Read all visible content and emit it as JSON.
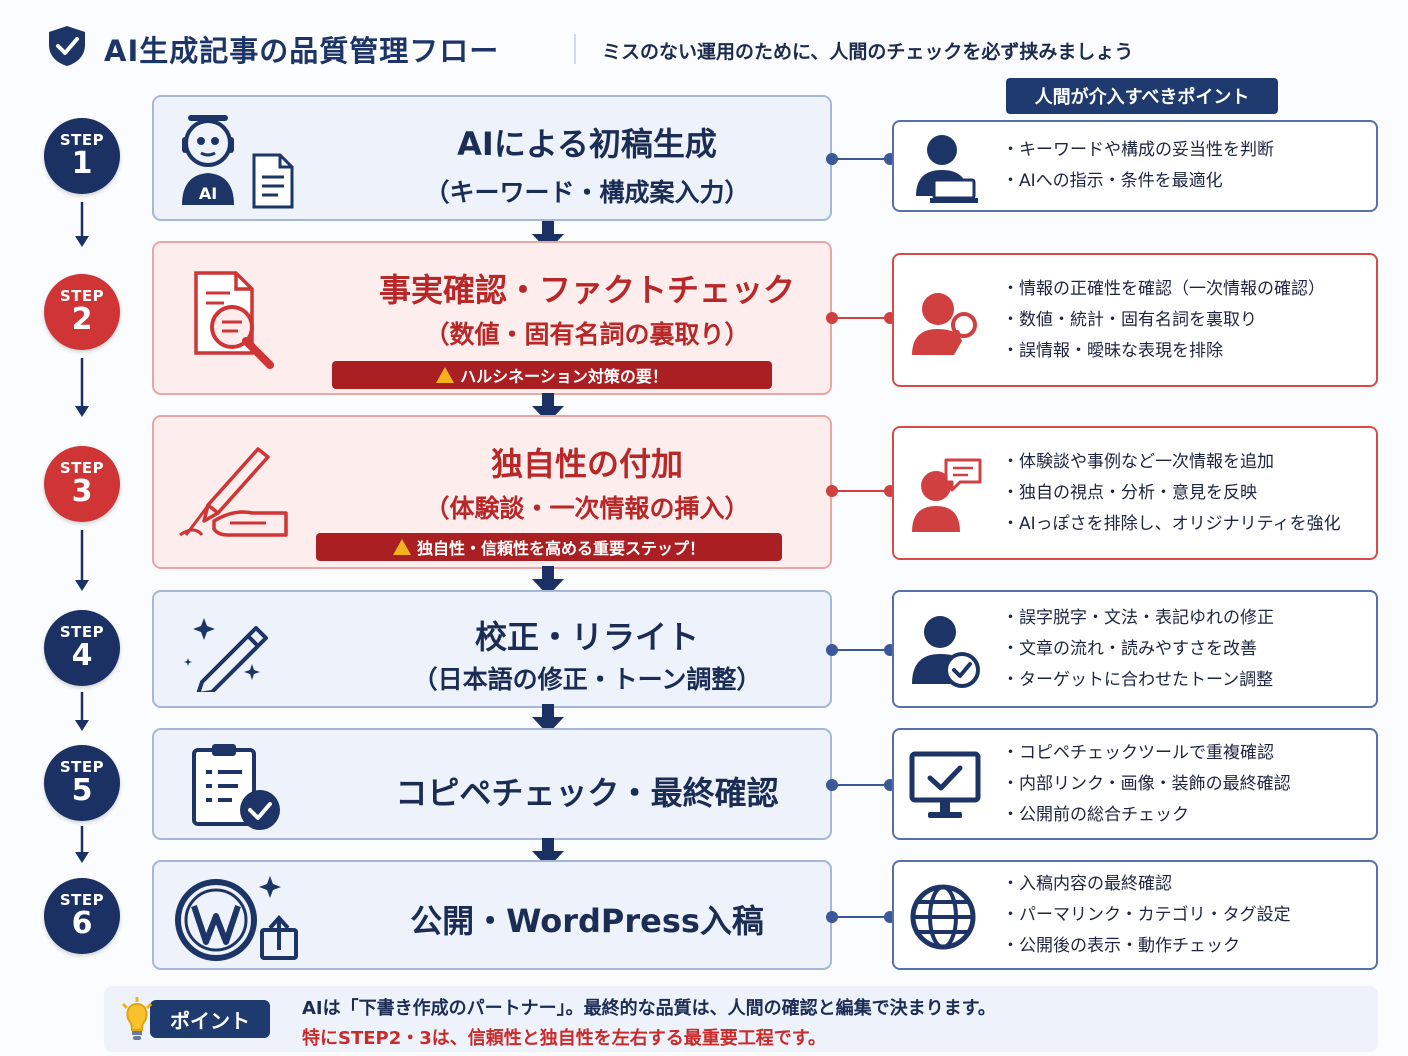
{
  "header": {
    "title": "AI生成記事の品質管理フロー",
    "subtitle": "ミスのない運用のために、人間のチェックを必ず挟みましょう"
  },
  "human_points_label": "人間が介入すべきポイント",
  "colors": {
    "navy": "#1b3163",
    "red": "#cf3535",
    "card_blue_bg": "#eef2fa",
    "card_red_bg": "#fdeded",
    "warning_bg": "#a91f22"
  },
  "steps": [
    {
      "label": "STEP",
      "number": "1",
      "theme": "blue",
      "icon": "robot-document-icon",
      "title": "AIによる初稿生成",
      "subtitle": "（キーワード・構成案入力）",
      "icon_text": "AI",
      "points_icon": "person-laptop-icon",
      "points": [
        "・キーワードや構成の妥当性を判断",
        "・AIへの指示・条件を最適化"
      ]
    },
    {
      "label": "STEP",
      "number": "2",
      "theme": "red",
      "icon": "document-magnifier-icon",
      "title": "事実確認・ファクトチェック",
      "subtitle": "（数値・固有名詞の裏取り）",
      "warning": "ハルシネーション対策の要！",
      "points_icon": "person-search-icon",
      "points": [
        "・情報の正確性を確認（一次情報の確認）",
        "・数値・統計・固有名詞を裏取り",
        "・誤情報・曖昧な表現を排除"
      ]
    },
    {
      "label": "STEP",
      "number": "3",
      "theme": "red",
      "icon": "hand-writing-icon",
      "title": "独自性の付加",
      "subtitle": "（体験談・一次情報の挿入）",
      "warning": "独自性・信頼性を高める重要ステップ！",
      "points_icon": "person-speech-icon",
      "points": [
        "・体験談や事例など一次情報を追加",
        "・独自の視点・分析・意見を反映",
        "・AIっぽさを排除し、オリジナリティを強化"
      ]
    },
    {
      "label": "STEP",
      "number": "4",
      "theme": "blue",
      "icon": "pencil-sparkle-icon",
      "title": "校正・リライト",
      "subtitle": "（日本語の修正・トーン調整）",
      "points_icon": "person-check-icon",
      "points": [
        "・誤字脱字・文法・表記ゆれの修正",
        "・文章の流れ・読みやすさを改善",
        "・ターゲットに合わせたトーン調整"
      ]
    },
    {
      "label": "STEP",
      "number": "5",
      "theme": "blue",
      "icon": "clipboard-check-icon",
      "title": "コピペチェック・最終確認",
      "points_icon": "monitor-check-icon",
      "points": [
        "・コピペチェックツールで重複確認",
        "・内部リンク・画像・装飾の最終確認",
        "・公開前の総合チェック"
      ]
    },
    {
      "label": "STEP",
      "number": "6",
      "theme": "blue",
      "icon": "wordpress-upload-icon",
      "title": "公開・WordPress入稿",
      "points_icon": "globe-icon",
      "points": [
        "・入稿内容の最終確認",
        "・パーマリンク・カテゴリ・タグ設定",
        "・公開後の表示・動作チェック"
      ]
    }
  ],
  "point": {
    "badge": "ポイント",
    "line1": "AIは「下書き作成のパートナー」。最終的な品質は、人間の確認と編集で決まります。",
    "line2": "特にSTEP2・3は、信頼性と独自性を左右する最重要工程です。"
  }
}
